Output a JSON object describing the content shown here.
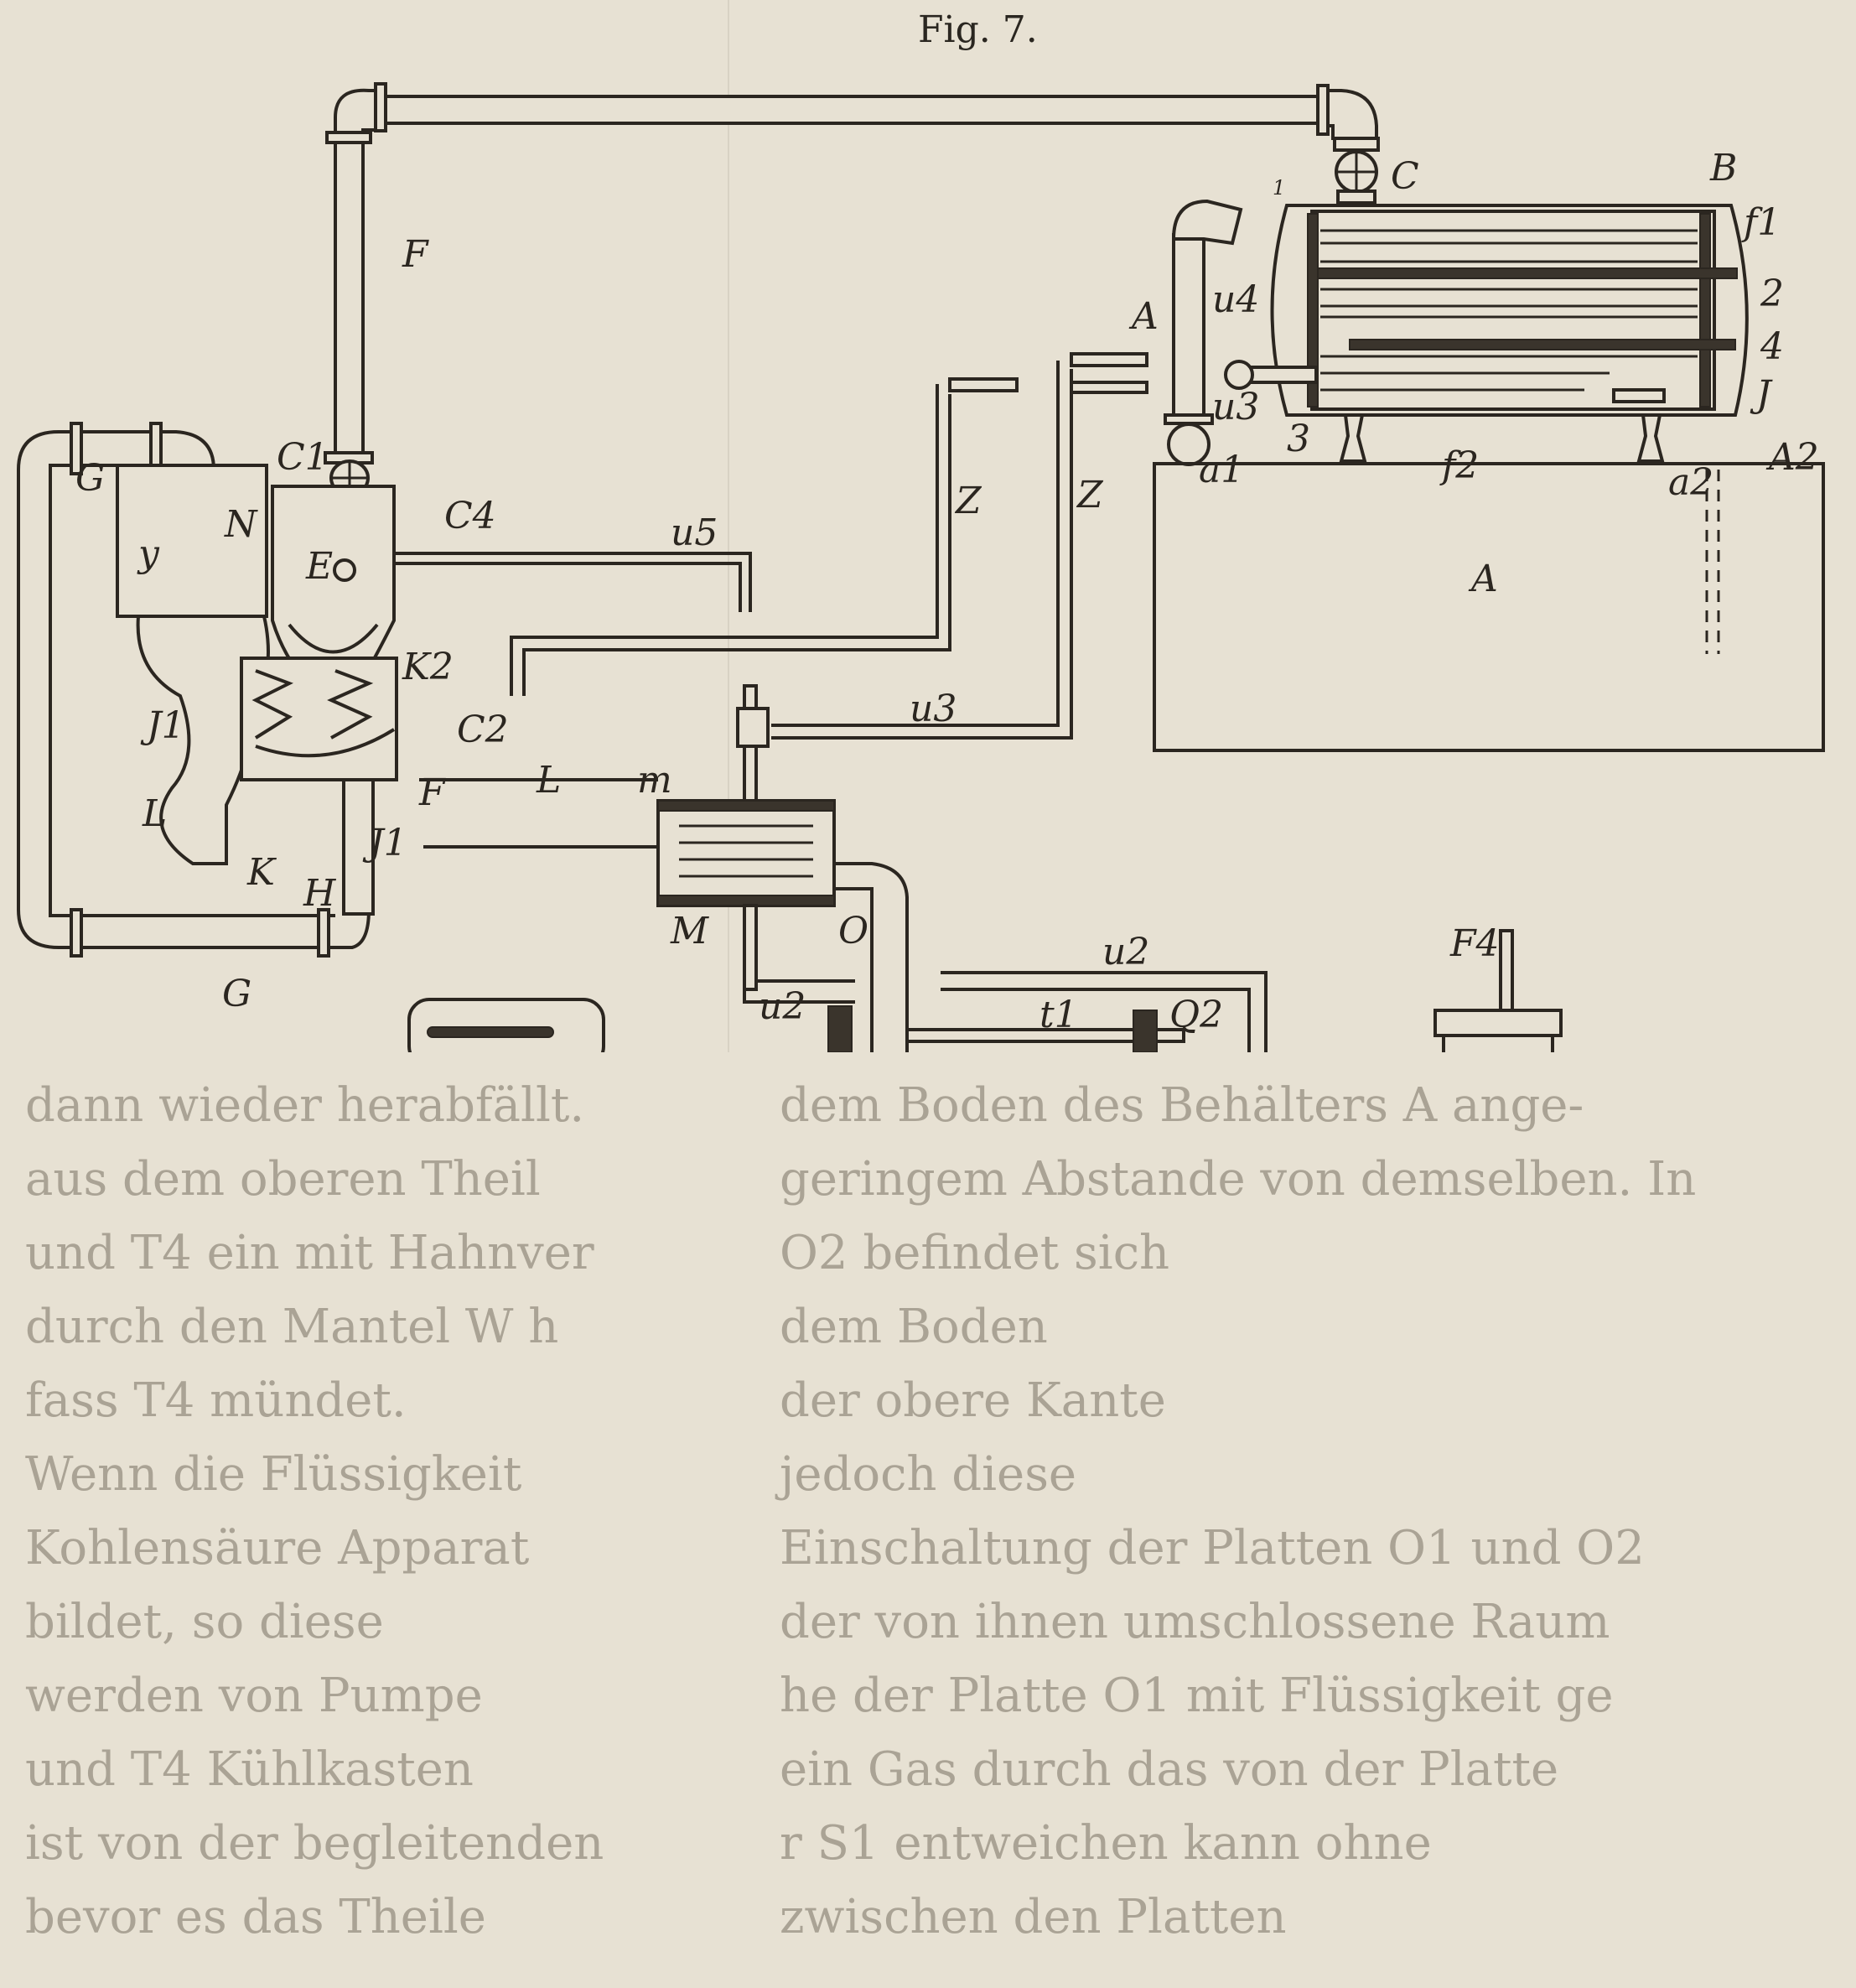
{
  "figure": {
    "title": "Fig. 7."
  },
  "bleed_text": {
    "column_a": [
      "dann wieder herabfällt.",
      "aus dem oberen Theil",
      "und T4 ein mit Hahnver",
      "durch den Mantel W h",
      "fass T4 mündet.",
      "Wenn die Flüssigkeit",
      "Kohlensäure Apparat",
      "bildet, so diese",
      "werden von Pumpe",
      "und T4 Kühlkasten",
      "ist von der begleitenden",
      "bevor es das Theile"
    ],
    "column_b": [
      "dem Boden des Behälters A ange-",
      "geringem Abstande von demselben. In",
      "O2 befindet sich",
      "dem Boden",
      "der obere Kante",
      "jedoch diese",
      "Einschaltung der Platten O1 und O2",
      "der von ihnen umschlossene Raum",
      "he der Platte O1 mit Flüssigkeit ge",
      "ein Gas durch das von der Platte",
      "r S1 entweichen kann ohne",
      "zwischen den Platten"
    ]
  },
  "labels": {
    "F": "F",
    "C": "C",
    "B": "B",
    "f1": "f1",
    "one": "1",
    "two": "2",
    "four": "4",
    "J": "J",
    "A2": "A2",
    "a2": "a2",
    "f2": "f2",
    "three": "3",
    "u4": "u4",
    "u3": "u3",
    "At": "A",
    "a1": "a1",
    "A": "A",
    "Z1": "Z",
    "Z2": "Z",
    "u5": "u5",
    "C4": "C4",
    "E": "E",
    "N": "N",
    "G_top": "G",
    "y": "y",
    "C1": "C1",
    "K2": "K2",
    "C2": "C2",
    "F_small": "F",
    "J1": "J1",
    "L": "L",
    "m": "m",
    "M": "M",
    "O": "O",
    "J1_left": "J1",
    "L_left": "L",
    "K": "K",
    "H": "H",
    "G_bottom": "G",
    "u3_pipe": "u3",
    "u2_right": "u2",
    "u2_left": "u2",
    "t1": "t1",
    "Q2": "Q2",
    "F4": "F4"
  }
}
